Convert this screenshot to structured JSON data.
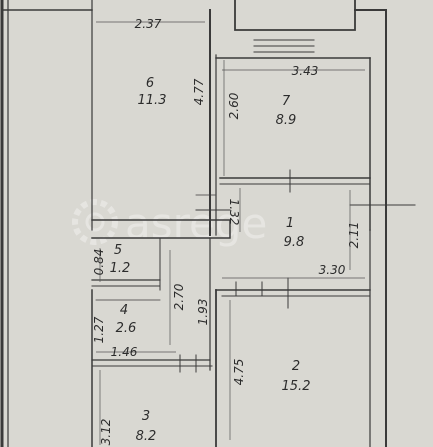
{
  "rooms": [
    {
      "id": "6",
      "number": "6",
      "area": "11.3"
    },
    {
      "id": "7",
      "number": "7",
      "area": "8.9"
    },
    {
      "id": "1",
      "number": "1",
      "area": "9.8"
    },
    {
      "id": "5",
      "number": "5",
      "area": "1.2"
    },
    {
      "id": "4",
      "number": "4",
      "area": "2.6"
    },
    {
      "id": "2",
      "number": "2",
      "area": "15.2"
    },
    {
      "id": "3",
      "number": "3",
      "area": "8.2"
    }
  ],
  "dimensions": [
    {
      "id": "top-width",
      "value": "2.37"
    },
    {
      "id": "room7-width",
      "value": "3.43"
    },
    {
      "id": "room6-height",
      "value": "4.77"
    },
    {
      "id": "room7-height",
      "value": "2.60"
    },
    {
      "id": "hall-width",
      "value": "1.32"
    },
    {
      "id": "hall-height",
      "value": "2.11"
    },
    {
      "id": "room2-width",
      "value": "3.30"
    },
    {
      "id": "room5-height",
      "value": "0.84"
    },
    {
      "id": "bath-height",
      "value": "2.70"
    },
    {
      "id": "corridor-height",
      "value": "1.93"
    },
    {
      "id": "room4-height",
      "value": "1.27"
    },
    {
      "id": "room4-width",
      "value": "1.46"
    },
    {
      "id": "room2-height",
      "value": "4.75"
    },
    {
      "id": "room3-height",
      "value": "3.12"
    }
  ],
  "watermark": "asrege"
}
